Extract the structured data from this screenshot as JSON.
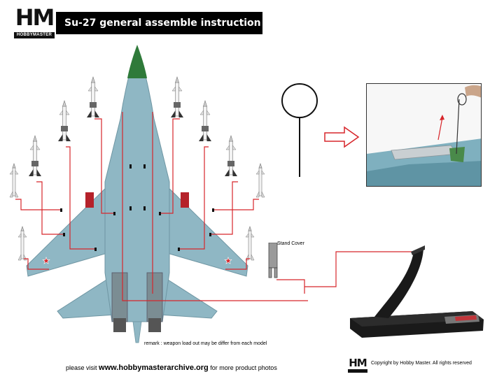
{
  "header": {
    "logo_text": "HM",
    "logo_subtext": "HOBBYMASTER",
    "title": "Su-27 general assemble instruction"
  },
  "stand_cover_label": "Stand Cover",
  "remark": "remark : weapon load out may be differ from each model",
  "footer": {
    "visit_prefix": "please visit",
    "visit_url": "www.hobbymasterarchive.org",
    "visit_suffix": "for more product photos",
    "logo_text": "HM",
    "copyright": "Copyright by Hobby Master. All rights reserved"
  },
  "colors": {
    "aircraft_blue": "#8fb7c4",
    "aircraft_dark": "#6f96a3",
    "nose_green": "#2f7a3a",
    "guide_red": "#d7262b",
    "stand_black": "#1a1a1a"
  }
}
